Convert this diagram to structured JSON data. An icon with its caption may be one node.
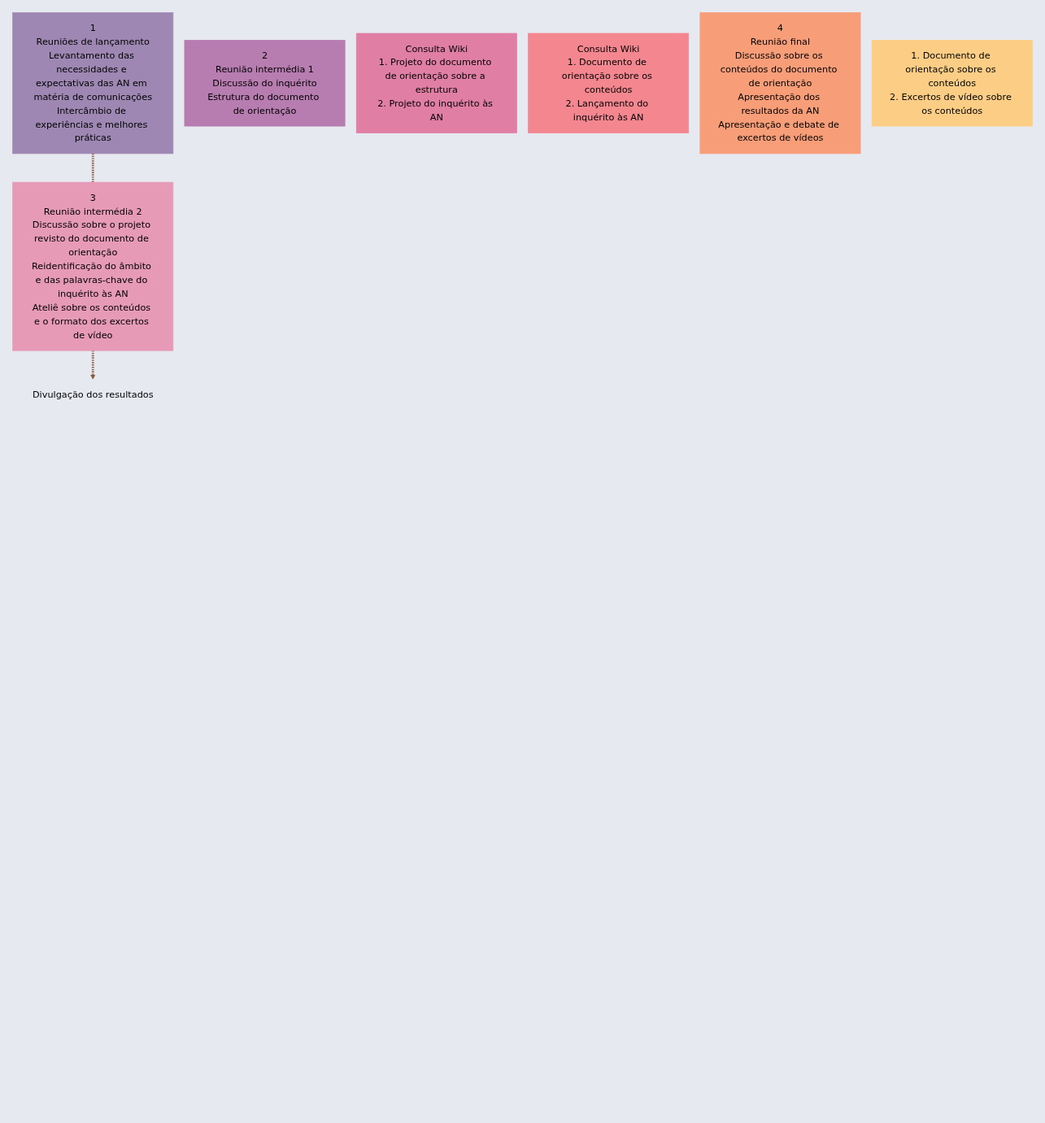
{
  "diagram": {
    "nodes": [
      {
        "text": [
          "1",
          "Reuniões de lançamento",
          "Levantamento das necessidades e expectativas das AN em matéria de comunicações",
          "Intercâmbio de experiências e melhores práticas"
        ]
      },
      {
        "text": [
          "2",
          "Reunião intermédia 1",
          "Discussão do inquérito",
          "Estrutura do documento de orientação"
        ]
      },
      {
        "text": [
          "Consulta Wiki",
          "1. Projeto do documento de orientação sobre a estrutura",
          "2. Projeto do inquérito às AN"
        ]
      },
      {
        "text": [
          "3",
          "Reunião intermédia 2",
          "Discussão sobre o projeto revisto do documento de orientação",
          "Reidentificação do âmbito e das palavras-chave do inquérito às AN",
          "Ateliê sobre os conteúdos e o formato dos excertos de vídeo"
        ]
      },
      {
        "text": [
          "Consulta Wiki",
          "1. Documento de orientação sobre os conteúdos",
          "2. Lançamento do inquérito às AN"
        ]
      },
      {
        "text": [
          "4",
          "Reunião final",
          "Discussão sobre os conteúdos do documento de orientação",
          "Apresentação dos resultados da AN",
          "Apresentação e debate de excertos de vídeos"
        ]
      },
      {
        "text": [
          "1. Documento de orientação sobre os conteúdos",
          "2. Excertos de vídeo sobre os conteúdos"
        ]
      },
      {
        "text": [
          "Divulgação dos resultados"
        ]
      }
    ],
    "edges": [
      {
        "from": 0,
        "to": 3,
        "arrow": "none",
        "style": "dashed"
      },
      {
        "from": 3,
        "to": 7,
        "arrow": "to",
        "style": "dashed"
      }
    ]
  }
}
